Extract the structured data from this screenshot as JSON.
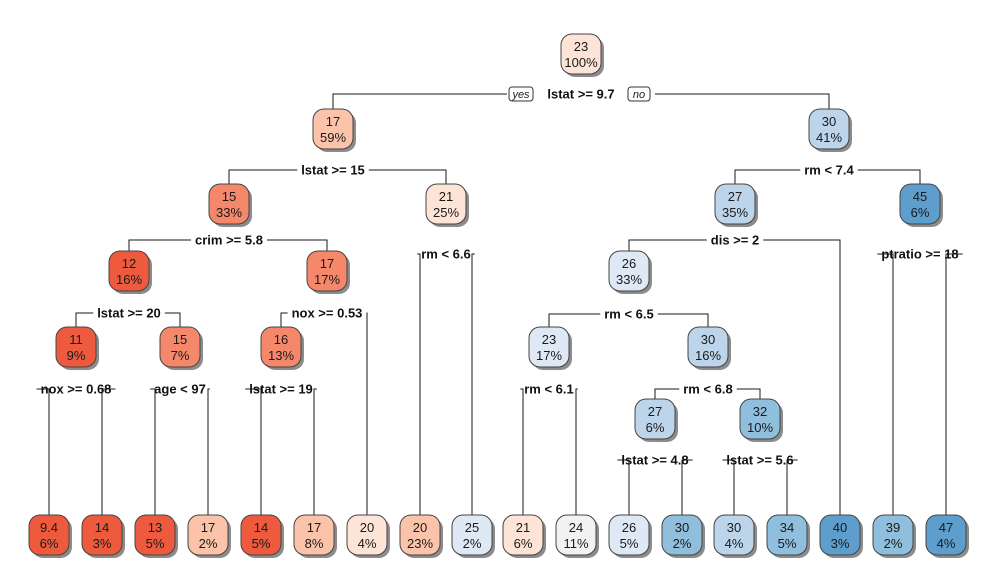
{
  "labels": {
    "yes": "yes",
    "no": "no"
  },
  "colors": {
    "edge": "#1a1a1a",
    "node_border": "#444444",
    "node_shadow": "#8c8c8c",
    "red_dark": "#ee5a3e",
    "red_mid": "#f5876a",
    "red_light": "#fbc4aa",
    "red_pale": "#fde4d6",
    "neutral": "#f2f2f2",
    "blue_pale": "#dfe9f5",
    "blue_light": "#bdd5ea",
    "blue_mid": "#8fbfdd",
    "blue_dark": "#5d9ecd"
  },
  "nodes": {
    "root": {
      "value": "23",
      "pct": "100%",
      "color": "red_pale",
      "split": "lstat >= 9.7"
    },
    "n1": {
      "value": "17",
      "pct": "59%",
      "color": "red_light",
      "split": "lstat >= 15"
    },
    "n2": {
      "value": "30",
      "pct": "41%",
      "color": "blue_light",
      "split": "rm < 7.4"
    },
    "n3": {
      "value": "15",
      "pct": "33%",
      "color": "red_mid",
      "split": "crim >= 5.8"
    },
    "n4": {
      "value": "21",
      "pct": "25%",
      "color": "red_pale",
      "split": "rm < 6.6"
    },
    "n5": {
      "value": "27",
      "pct": "35%",
      "color": "blue_light",
      "split": "dis >= 2"
    },
    "n6": {
      "value": "45",
      "pct": "6%",
      "color": "blue_dark",
      "split": "ptratio >= 18"
    },
    "n7": {
      "value": "12",
      "pct": "16%",
      "color": "red_dark",
      "split": "lstat >= 20"
    },
    "n8": {
      "value": "17",
      "pct": "17%",
      "color": "red_mid",
      "split": "nox >= 0.53"
    },
    "n9": {
      "value": "26",
      "pct": "33%",
      "color": "blue_pale",
      "split": "rm < 6.5"
    },
    "n10": {
      "value": "11",
      "pct": "9%",
      "color": "red_dark",
      "split": "nox >= 0.68"
    },
    "n11": {
      "value": "15",
      "pct": "7%",
      "color": "red_mid",
      "split": "age < 97"
    },
    "n12": {
      "value": "16",
      "pct": "13%",
      "color": "red_mid",
      "split": "lstat >= 19"
    },
    "n13": {
      "value": "23",
      "pct": "17%",
      "color": "blue_pale",
      "split": "rm < 6.1"
    },
    "n14": {
      "value": "30",
      "pct": "16%",
      "color": "blue_light",
      "split": "rm < 6.8"
    },
    "n15": {
      "value": "27",
      "pct": "6%",
      "color": "blue_light",
      "split": "lstat >= 4.8"
    },
    "n16": {
      "value": "32",
      "pct": "10%",
      "color": "blue_mid",
      "split": "lstat >= 5.6"
    },
    "L1": {
      "value": "9.4",
      "pct": "6%",
      "color": "red_dark"
    },
    "L2": {
      "value": "14",
      "pct": "3%",
      "color": "red_dark"
    },
    "L3": {
      "value": "13",
      "pct": "5%",
      "color": "red_dark"
    },
    "L4": {
      "value": "17",
      "pct": "2%",
      "color": "red_light"
    },
    "L5": {
      "value": "14",
      "pct": "5%",
      "color": "red_dark"
    },
    "L6": {
      "value": "17",
      "pct": "8%",
      "color": "red_light"
    },
    "L7": {
      "value": "20",
      "pct": "4%",
      "color": "red_pale"
    },
    "L8": {
      "value": "20",
      "pct": "23%",
      "color": "red_light"
    },
    "L9": {
      "value": "25",
      "pct": "2%",
      "color": "blue_pale"
    },
    "L10": {
      "value": "21",
      "pct": "6%",
      "color": "red_pale"
    },
    "L11": {
      "value": "24",
      "pct": "11%",
      "color": "neutral"
    },
    "L12": {
      "value": "26",
      "pct": "5%",
      "color": "blue_pale"
    },
    "L13": {
      "value": "30",
      "pct": "2%",
      "color": "blue_mid"
    },
    "L14": {
      "value": "30",
      "pct": "4%",
      "color": "blue_light"
    },
    "L15": {
      "value": "34",
      "pct": "5%",
      "color": "blue_mid"
    },
    "L16": {
      "value": "40",
      "pct": "3%",
      "color": "blue_dark"
    },
    "L17": {
      "value": "39",
      "pct": "2%",
      "color": "blue_mid"
    },
    "L18": {
      "value": "47",
      "pct": "4%",
      "color": "blue_dark"
    }
  }
}
